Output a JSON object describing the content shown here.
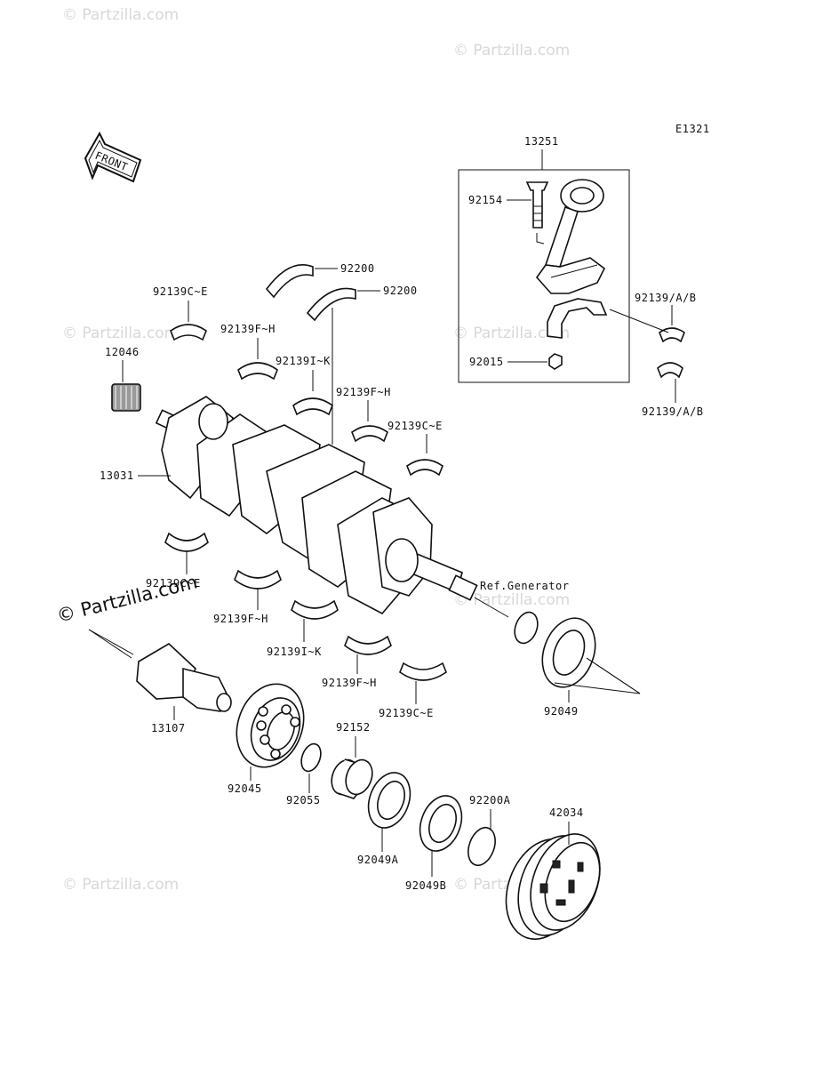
{
  "diagram_code": "E1321",
  "front_label": "FRONT",
  "ref_generator": "Ref.Generator",
  "watermark": "© Partzilla.com",
  "labels": {
    "p13251": "13251",
    "p92154": "92154",
    "p92015": "92015",
    "p92139ab_top": "92139/A/B",
    "p92139ab_bot": "92139/A/B",
    "p92200_a": "92200",
    "p92200_b": "92200",
    "p92139ce_tl": "92139C~E",
    "p92139fh_t1": "92139F~H",
    "p92139ik_t": "92139I~K",
    "p92139fh_t2": "92139F~H",
    "p92139ce_tr": "92139C~E",
    "p12046": "12046",
    "p13031": "13031",
    "p92139ce_bl": "92139C~E",
    "p92139fh_b1": "92139F~H",
    "p92139ik_b": "92139I~K",
    "p92139fh_b2": "92139F~H",
    "p92139ce_br": "92139C~E",
    "p92049": "92049",
    "p13107": "13107",
    "p92045": "92045",
    "p92055": "92055",
    "p92152": "92152",
    "p92049a": "92049A",
    "p92049b": "92049B",
    "p92200a": "92200A",
    "p42034": "42034"
  }
}
